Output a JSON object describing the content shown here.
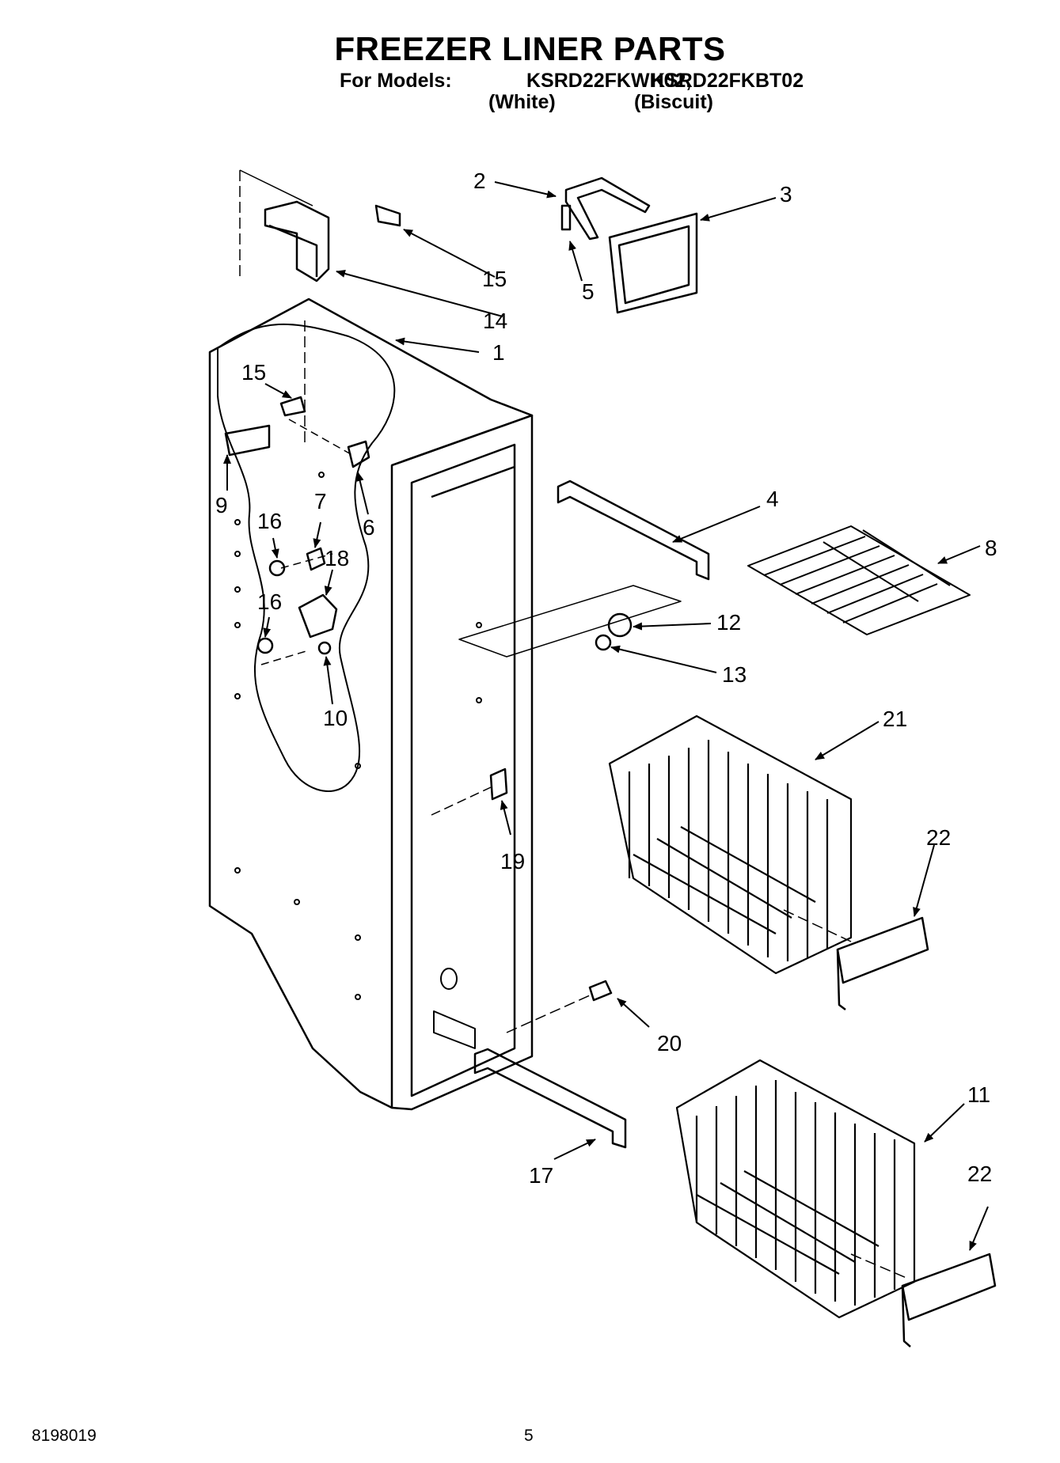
{
  "header": {
    "title": "FREEZER LINER PARTS",
    "models_label": "For Models:",
    "model_a": "KSRD22FKWH02,",
    "model_b": "KSRD22FKBT02",
    "variant_a": "(White)",
    "variant_b": "(Biscuit)"
  },
  "callouts": [
    {
      "id": "c1",
      "label": "1"
    },
    {
      "id": "c2",
      "label": "2"
    },
    {
      "id": "c3",
      "label": "3"
    },
    {
      "id": "c4",
      "label": "4"
    },
    {
      "id": "c5",
      "label": "5"
    },
    {
      "id": "c6",
      "label": "6"
    },
    {
      "id": "c7",
      "label": "7"
    },
    {
      "id": "c8",
      "label": "8"
    },
    {
      "id": "c9",
      "label": "9"
    },
    {
      "id": "c10",
      "label": "10"
    },
    {
      "id": "c11",
      "label": "11"
    },
    {
      "id": "c12",
      "label": "12"
    },
    {
      "id": "c13",
      "label": "13"
    },
    {
      "id": "c14",
      "label": "14"
    },
    {
      "id": "c15a",
      "label": "15"
    },
    {
      "id": "c15b",
      "label": "15"
    },
    {
      "id": "c16a",
      "label": "16"
    },
    {
      "id": "c16b",
      "label": "16"
    },
    {
      "id": "c17",
      "label": "17"
    },
    {
      "id": "c18",
      "label": "18"
    },
    {
      "id": "c19",
      "label": "19"
    },
    {
      "id": "c20",
      "label": "20"
    },
    {
      "id": "c21",
      "label": "21"
    },
    {
      "id": "c22a",
      "label": "22"
    },
    {
      "id": "c22b",
      "label": "22"
    }
  ],
  "footer": {
    "doc_number": "8198019",
    "page_number": "5"
  }
}
